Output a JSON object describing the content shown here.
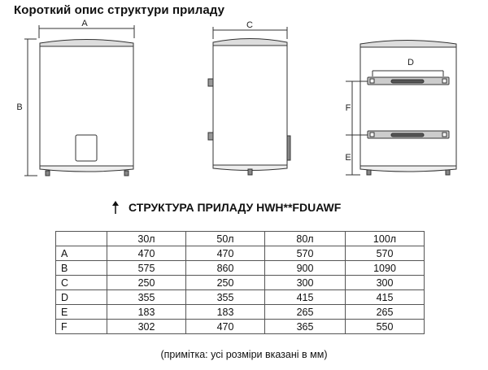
{
  "header": {
    "title": "Короткий опис структури приладу"
  },
  "diagrams": {
    "front_view": {
      "labels": {
        "width": "A",
        "height": "B"
      }
    },
    "side_view": {
      "labels": {
        "depth": "C"
      }
    },
    "back_view": {
      "labels": {
        "bracket_width": "D",
        "bracket_spacing": "F",
        "bottom_offset": "E"
      }
    }
  },
  "section": {
    "arrow_icon": "arrow-up-icon",
    "title": "СТРУКТУРА ПРИЛАДУ HWH**FDUAWF"
  },
  "table": {
    "columns": [
      "",
      "30л",
      "50л",
      "80л",
      "100л"
    ],
    "rows": [
      {
        "label": "A",
        "values": [
          "470",
          "470",
          "570",
          "570"
        ]
      },
      {
        "label": "B",
        "values": [
          "575",
          "860",
          "900",
          "1090"
        ]
      },
      {
        "label": "C",
        "values": [
          "250",
          "250",
          "300",
          "300"
        ]
      },
      {
        "label": "D",
        "values": [
          "355",
          "355",
          "415",
          "415"
        ]
      },
      {
        "label": "E",
        "values": [
          "183",
          "183",
          "265",
          "265"
        ]
      },
      {
        "label": "F",
        "values": [
          "302",
          "470",
          "365",
          "550"
        ]
      }
    ]
  },
  "footer": {
    "note": "(примітка: усі розміри вказані в мм)"
  }
}
